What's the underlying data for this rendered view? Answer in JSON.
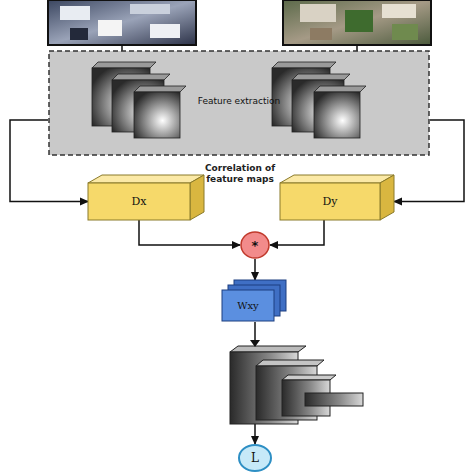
{
  "diagram": {
    "nodes": [
      {
        "text": [
          "Feature extraction"
        ]
      },
      {
        "text": [
          "Dx"
        ]
      },
      {
        "text": [
          "Dy"
        ]
      },
      {
        "text": [
          "*"
        ]
      },
      {
        "text": [
          "Wxy"
        ]
      },
      {
        "text": [
          "L"
        ]
      }
    ],
    "edges": [
      {
        "from": 0,
        "to": 1,
        "arrow": "to"
      },
      {
        "from": 0,
        "to": 2,
        "arrow": "to"
      },
      {
        "from": 1,
        "to": 3,
        "arrow": "to"
      },
      {
        "from": 2,
        "to": 3,
        "arrow": "to"
      },
      {
        "from": 3,
        "to": 4,
        "arrow": "to"
      },
      {
        "from": 4,
        "to": 5,
        "arrow": "to"
      }
    ],
    "labels": [
      "Correlation of feature maps"
    ]
  }
}
